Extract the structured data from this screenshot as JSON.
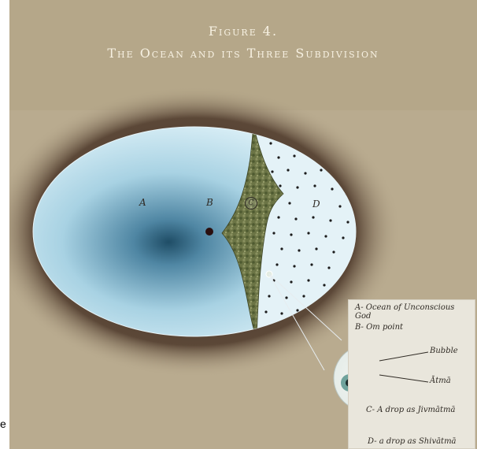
{
  "figure": {
    "title_line1": "Figure 4.",
    "title_line2": "The Ocean and its Three Subdivision"
  },
  "regions": {
    "a": "A",
    "b": "B",
    "c": "C",
    "d": "D"
  },
  "legend": {
    "a": "A- Ocean of Unconscious God",
    "b": "B- Om point",
    "c": "C- A drop as Jivmātmā",
    "d": "D- a drop as Shivātmā",
    "bubble": "Bubble",
    "atma": "Ātmā"
  },
  "margin_glyph": "e",
  "colors": {
    "background": "#b9ab8f",
    "ocean_light": "#d7ecf4",
    "ocean_dark": "#1f4d66",
    "wedge": "#5f6b3d",
    "title": "#f7f1e2"
  }
}
